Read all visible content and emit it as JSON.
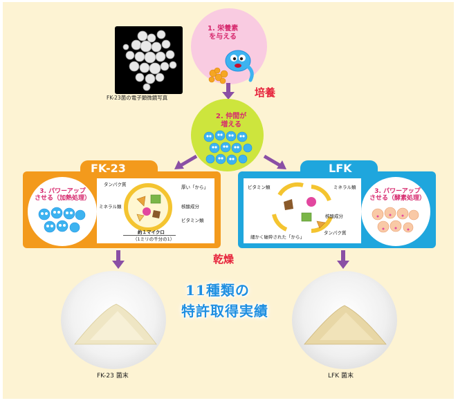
{
  "photo_caption": "FK-23菌の電子顕微鏡写真",
  "step1_lines": [
    "1. 栄養素",
    "を与える"
  ],
  "step2_lines": [
    "2. 仲間が",
    "増える"
  ],
  "culture_label": "培養",
  "dry_label": "乾燥",
  "fk": {
    "title": "FK-23",
    "power_lines": [
      "3. パワーアップ",
      "させる（加熱処理）"
    ],
    "labels": {
      "protein": "タンパク質",
      "thick_shell": "厚い「から」",
      "mineral": "ミネラル類",
      "nucleic": "核酸成分",
      "vitamin": "ビタミン類",
      "micron": "約１マイクロ",
      "micron_note": "（1ミリの千分の1）"
    },
    "powder_caption": "FK-23 菌末"
  },
  "lfk": {
    "title": "LFK",
    "power_lines": [
      "3. パワーアップ",
      "させる（酵素処理）"
    ],
    "labels": {
      "vitamin": "ビタミン類",
      "mineral": "ミネラル類",
      "nucleic": "核酸成分",
      "broken_shell": "細かく破砕された「から」",
      "protein": "タンパク質"
    },
    "powder_caption": "LFK 菌末"
  },
  "patent_lines": [
    "11種類の",
    "特許取得実績"
  ],
  "colors": {
    "background": "#fdf3d3",
    "fk_orange": "#f39a1c",
    "lfk_blue": "#1fa6dd",
    "arrow_purple": "#8a4fa5",
    "accent_red": "#e6223b",
    "accent_magenta": "#d6286d"
  }
}
